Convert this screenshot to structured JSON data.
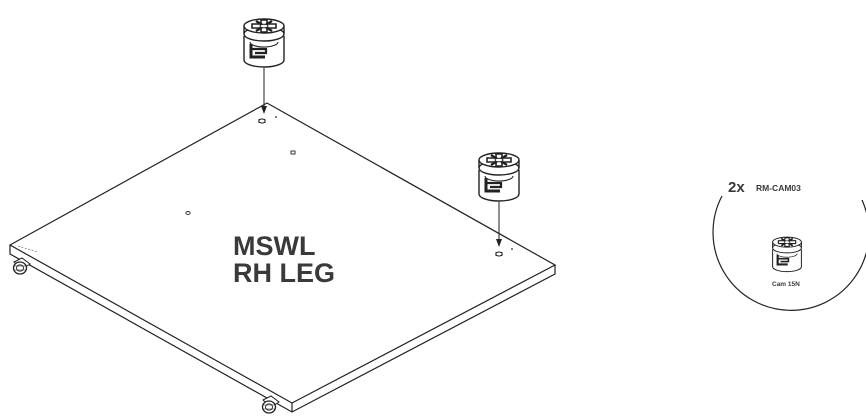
{
  "panel": {
    "name_line1": "MSWL",
    "name_line2": "RH LEG"
  },
  "parts_callout": {
    "quantity": "2x",
    "part_code": "RM-CAM03",
    "part_name": "Cam 15N"
  },
  "colors": {
    "line": "#222222",
    "label": "#3a3a3a",
    "background": "#ffffff"
  }
}
